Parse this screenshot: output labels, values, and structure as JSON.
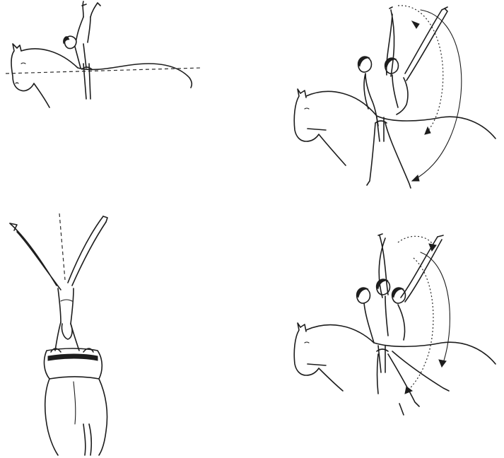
{
  "figure": {
    "panels": [
      {
        "depicts": "vaulter-handstand-side-view-horse"
      },
      {
        "depicts": "two-vaulters-lift-with-arrows"
      },
      {
        "depicts": "vaulter-split-handstand-rear-view"
      },
      {
        "depicts": "three-vaulters-lift-with-arrows"
      }
    ]
  },
  "colors": {
    "ink": "#1d1d1d",
    "background": "#ffffff"
  }
}
